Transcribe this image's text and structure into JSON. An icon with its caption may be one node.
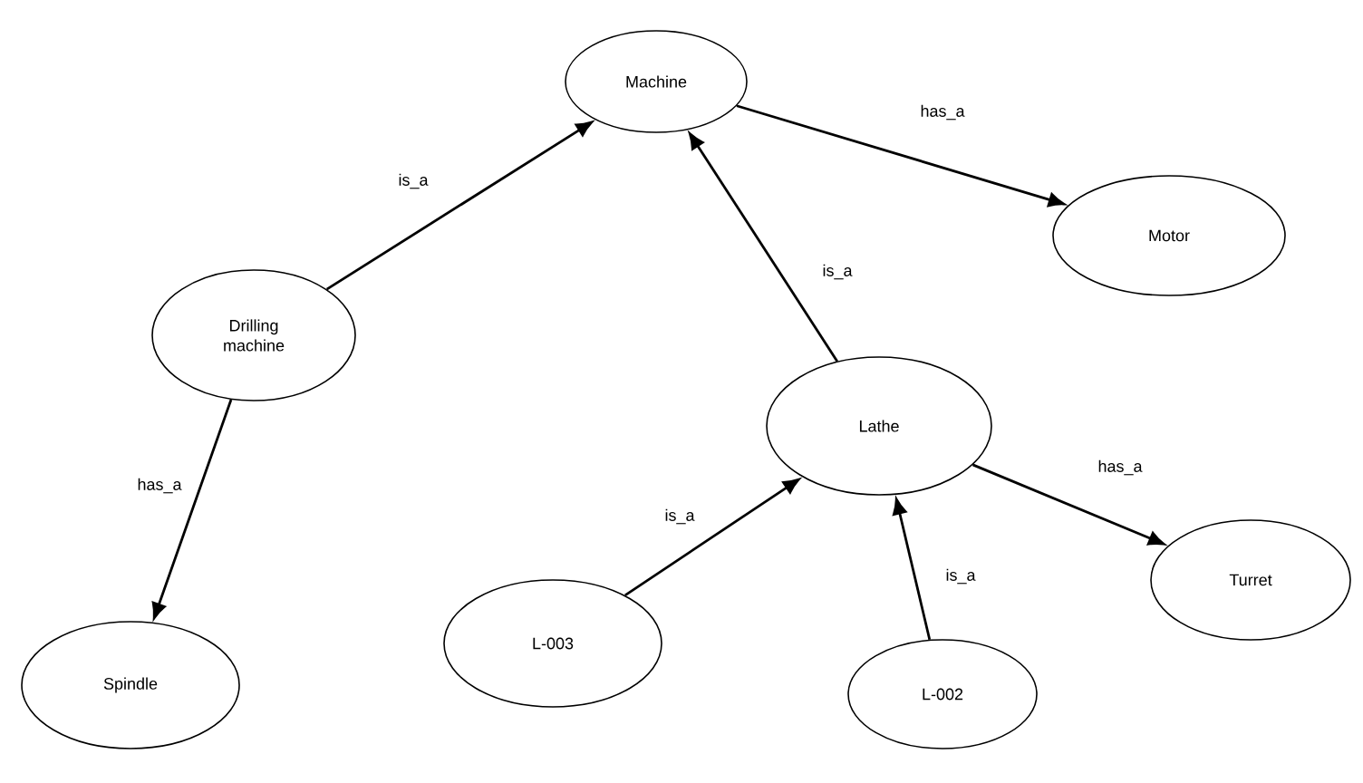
{
  "diagram": {
    "nodes": [
      {
        "text": [
          "Machine"
        ]
      },
      {
        "text": [
          "Motor"
        ]
      },
      {
        "text": [
          "Drilling machine"
        ]
      },
      {
        "text": [
          "Lathe"
        ]
      },
      {
        "text": [
          "Turret"
        ]
      },
      {
        "text": [
          "Spindle"
        ]
      },
      {
        "text": [
          "L-003"
        ]
      },
      {
        "text": [
          "L-002"
        ]
      }
    ],
    "edges": [
      {
        "from": 2,
        "to": 0,
        "arrow": "to",
        "label": "is_a"
      },
      {
        "from": 0,
        "to": 1,
        "arrow": "to",
        "label": "has_a"
      },
      {
        "from": 3,
        "to": 0,
        "arrow": "to",
        "label": "is_a"
      },
      {
        "from": 2,
        "to": 5,
        "arrow": "to",
        "label": "has_a"
      },
      {
        "from": 3,
        "to": 4,
        "arrow": "to",
        "label": "has_a"
      },
      {
        "from": 6,
        "to": 3,
        "arrow": "to",
        "label": "is_a"
      },
      {
        "from": 7,
        "to": 3,
        "arrow": "to",
        "label": "is_a"
      }
    ]
  }
}
